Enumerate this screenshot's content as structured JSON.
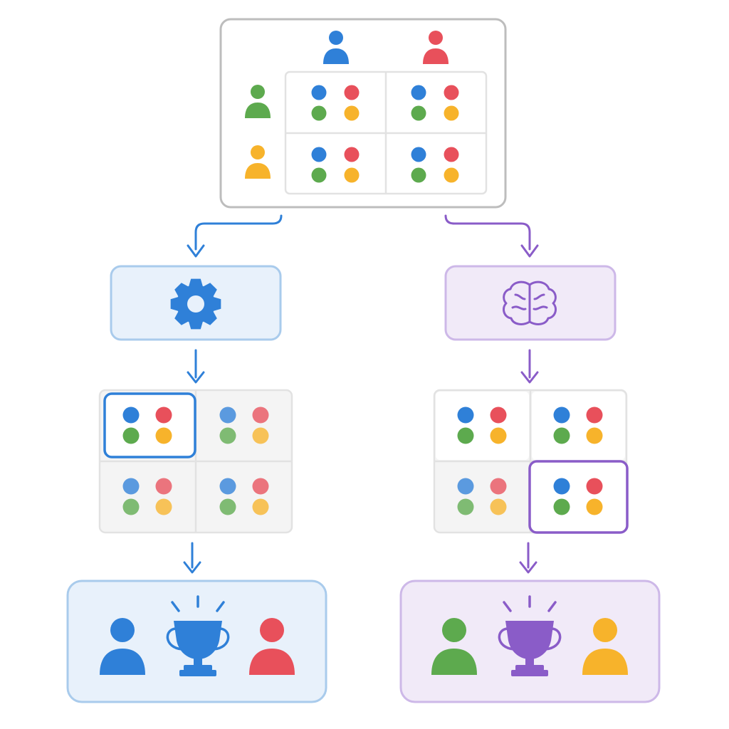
{
  "colors": {
    "player_blue": "#2F80D8",
    "player_red": "#E8505B",
    "player_green": "#5DAA4E",
    "player_yellow": "#F7B32B",
    "flow_blue": "#2F80D8",
    "flow_purple": "#8A5CC8",
    "panel_border": "#BDBDBD",
    "grid_border": "#E2E2E2",
    "blue_fill": "#E8F1FB",
    "blue_border": "#A9CBEC",
    "purple_fill": "#F1EAF8",
    "purple_border": "#CDB8E8"
  },
  "payoff_matrix": {
    "column_players": [
      "blue",
      "red"
    ],
    "row_players": [
      "green",
      "yellow"
    ],
    "cell_dots": [
      "blue",
      "red",
      "green",
      "yellow"
    ]
  },
  "left_branch": {
    "icon": "gear-icon",
    "selected_cell": "top-left",
    "winners": [
      "blue",
      "red"
    ],
    "trophy_color": "blue"
  },
  "right_branch": {
    "icon": "brain-icon",
    "selected_cell": "bottom-right",
    "winners": [
      "green",
      "yellow"
    ],
    "trophy_color": "purple"
  }
}
